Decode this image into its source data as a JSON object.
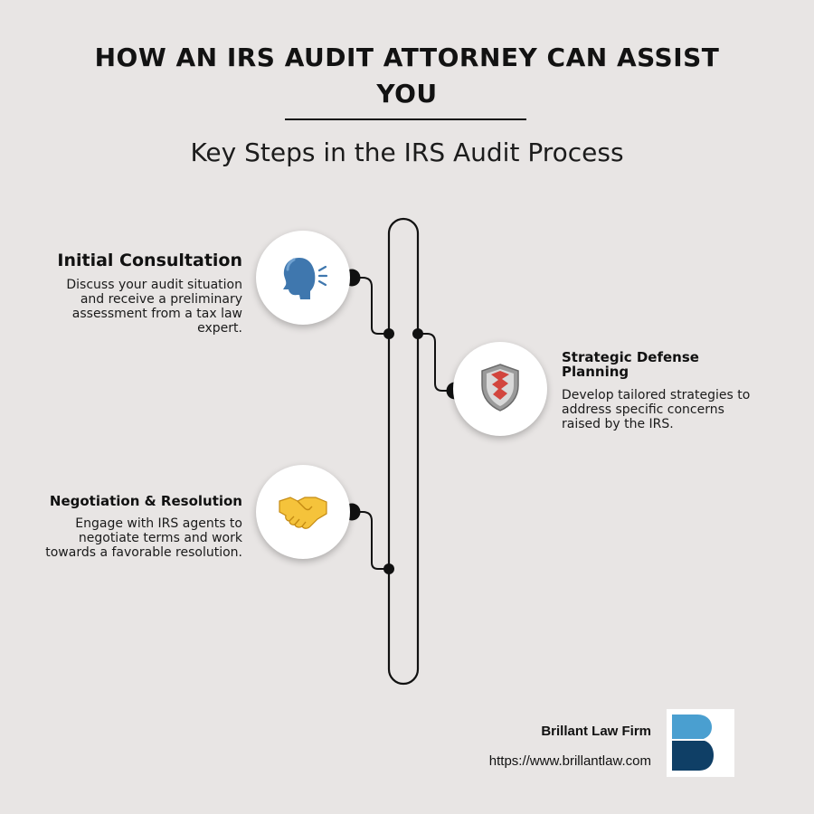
{
  "header": {
    "title": "HOW AN IRS AUDIT ATTORNEY CAN ASSIST YOU",
    "subtitle": "Key Steps in the IRS Audit Process"
  },
  "steps": [
    {
      "title": "Initial Consultation",
      "description": "Discuss your audit situation and receive a preliminary assessment from a tax law expert.",
      "icon": "speaking-head-icon"
    },
    {
      "title": "Strategic Defense Planning",
      "description": "Develop tailored strategies to address specific concerns raised by the IRS.",
      "icon": "shield-icon"
    },
    {
      "title": "Negotiation & Resolution",
      "description": "Engage with IRS agents to negotiate terms and work towards a favorable resolution.",
      "icon": "handshake-icon"
    }
  ],
  "footer": {
    "brand_name": "Brillant Law Firm",
    "url": "https://www.brillantlaw.com",
    "logo_icon": "brillant-b-logo"
  },
  "colors": {
    "background": "#e8e5e4",
    "line": "#111111",
    "logo_top": "#4a9fd0",
    "logo_bottom": "#0f3f66"
  }
}
